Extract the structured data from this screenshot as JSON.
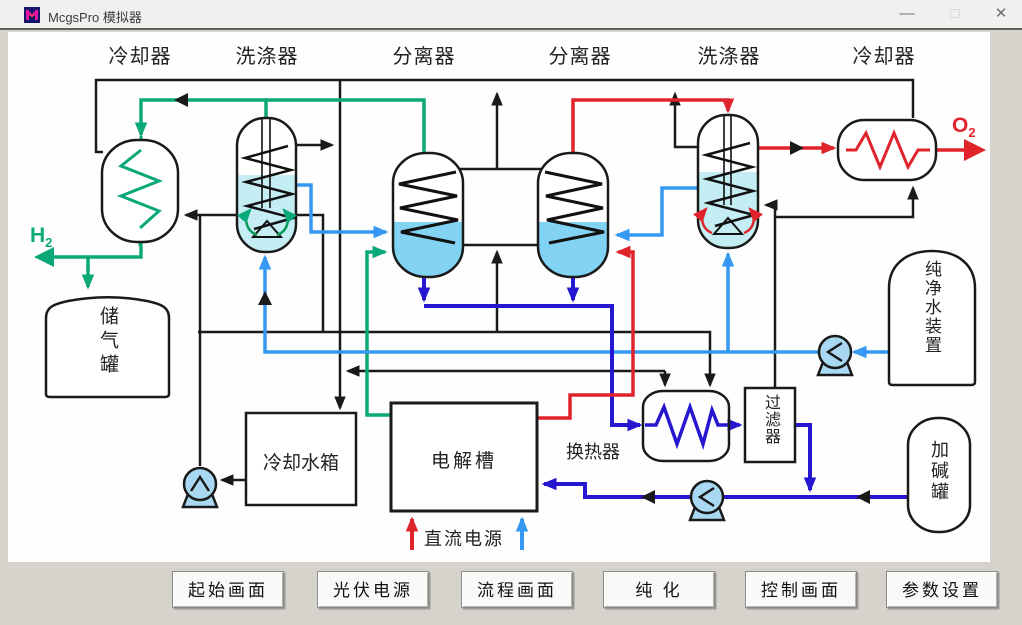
{
  "window": {
    "title": "McgsPro 模拟器"
  },
  "diagram": {
    "top_labels": [
      "冷却器",
      "洗涤器",
      "分离器",
      "分离器",
      "洗涤器",
      "冷却器"
    ],
    "equipment": {
      "gas_storage_tank": "储气罐",
      "cooling_water_tank": "冷却水箱",
      "electrolyzer": "电解槽",
      "heat_exchanger": "换热器",
      "filter": "过滤器",
      "pure_water_unit": "纯净水装置",
      "alkali_tank": "加碱罐",
      "dc_power": "直流电源"
    },
    "gas": {
      "h2_main": "H",
      "h2_sub": "2",
      "o2_main": "O",
      "o2_sub": "2"
    }
  },
  "nav_buttons": [
    "起始画面",
    "光伏电源",
    "流程画面",
    "纯 化",
    "控制画面",
    "参数设置"
  ],
  "colors": {
    "hydrogen_line": "#0ba878",
    "oxygen_line": "#e0242c",
    "water_line": "#3598f2",
    "lye_line": "#2417cf",
    "pipe_line": "#1a1a1a"
  }
}
